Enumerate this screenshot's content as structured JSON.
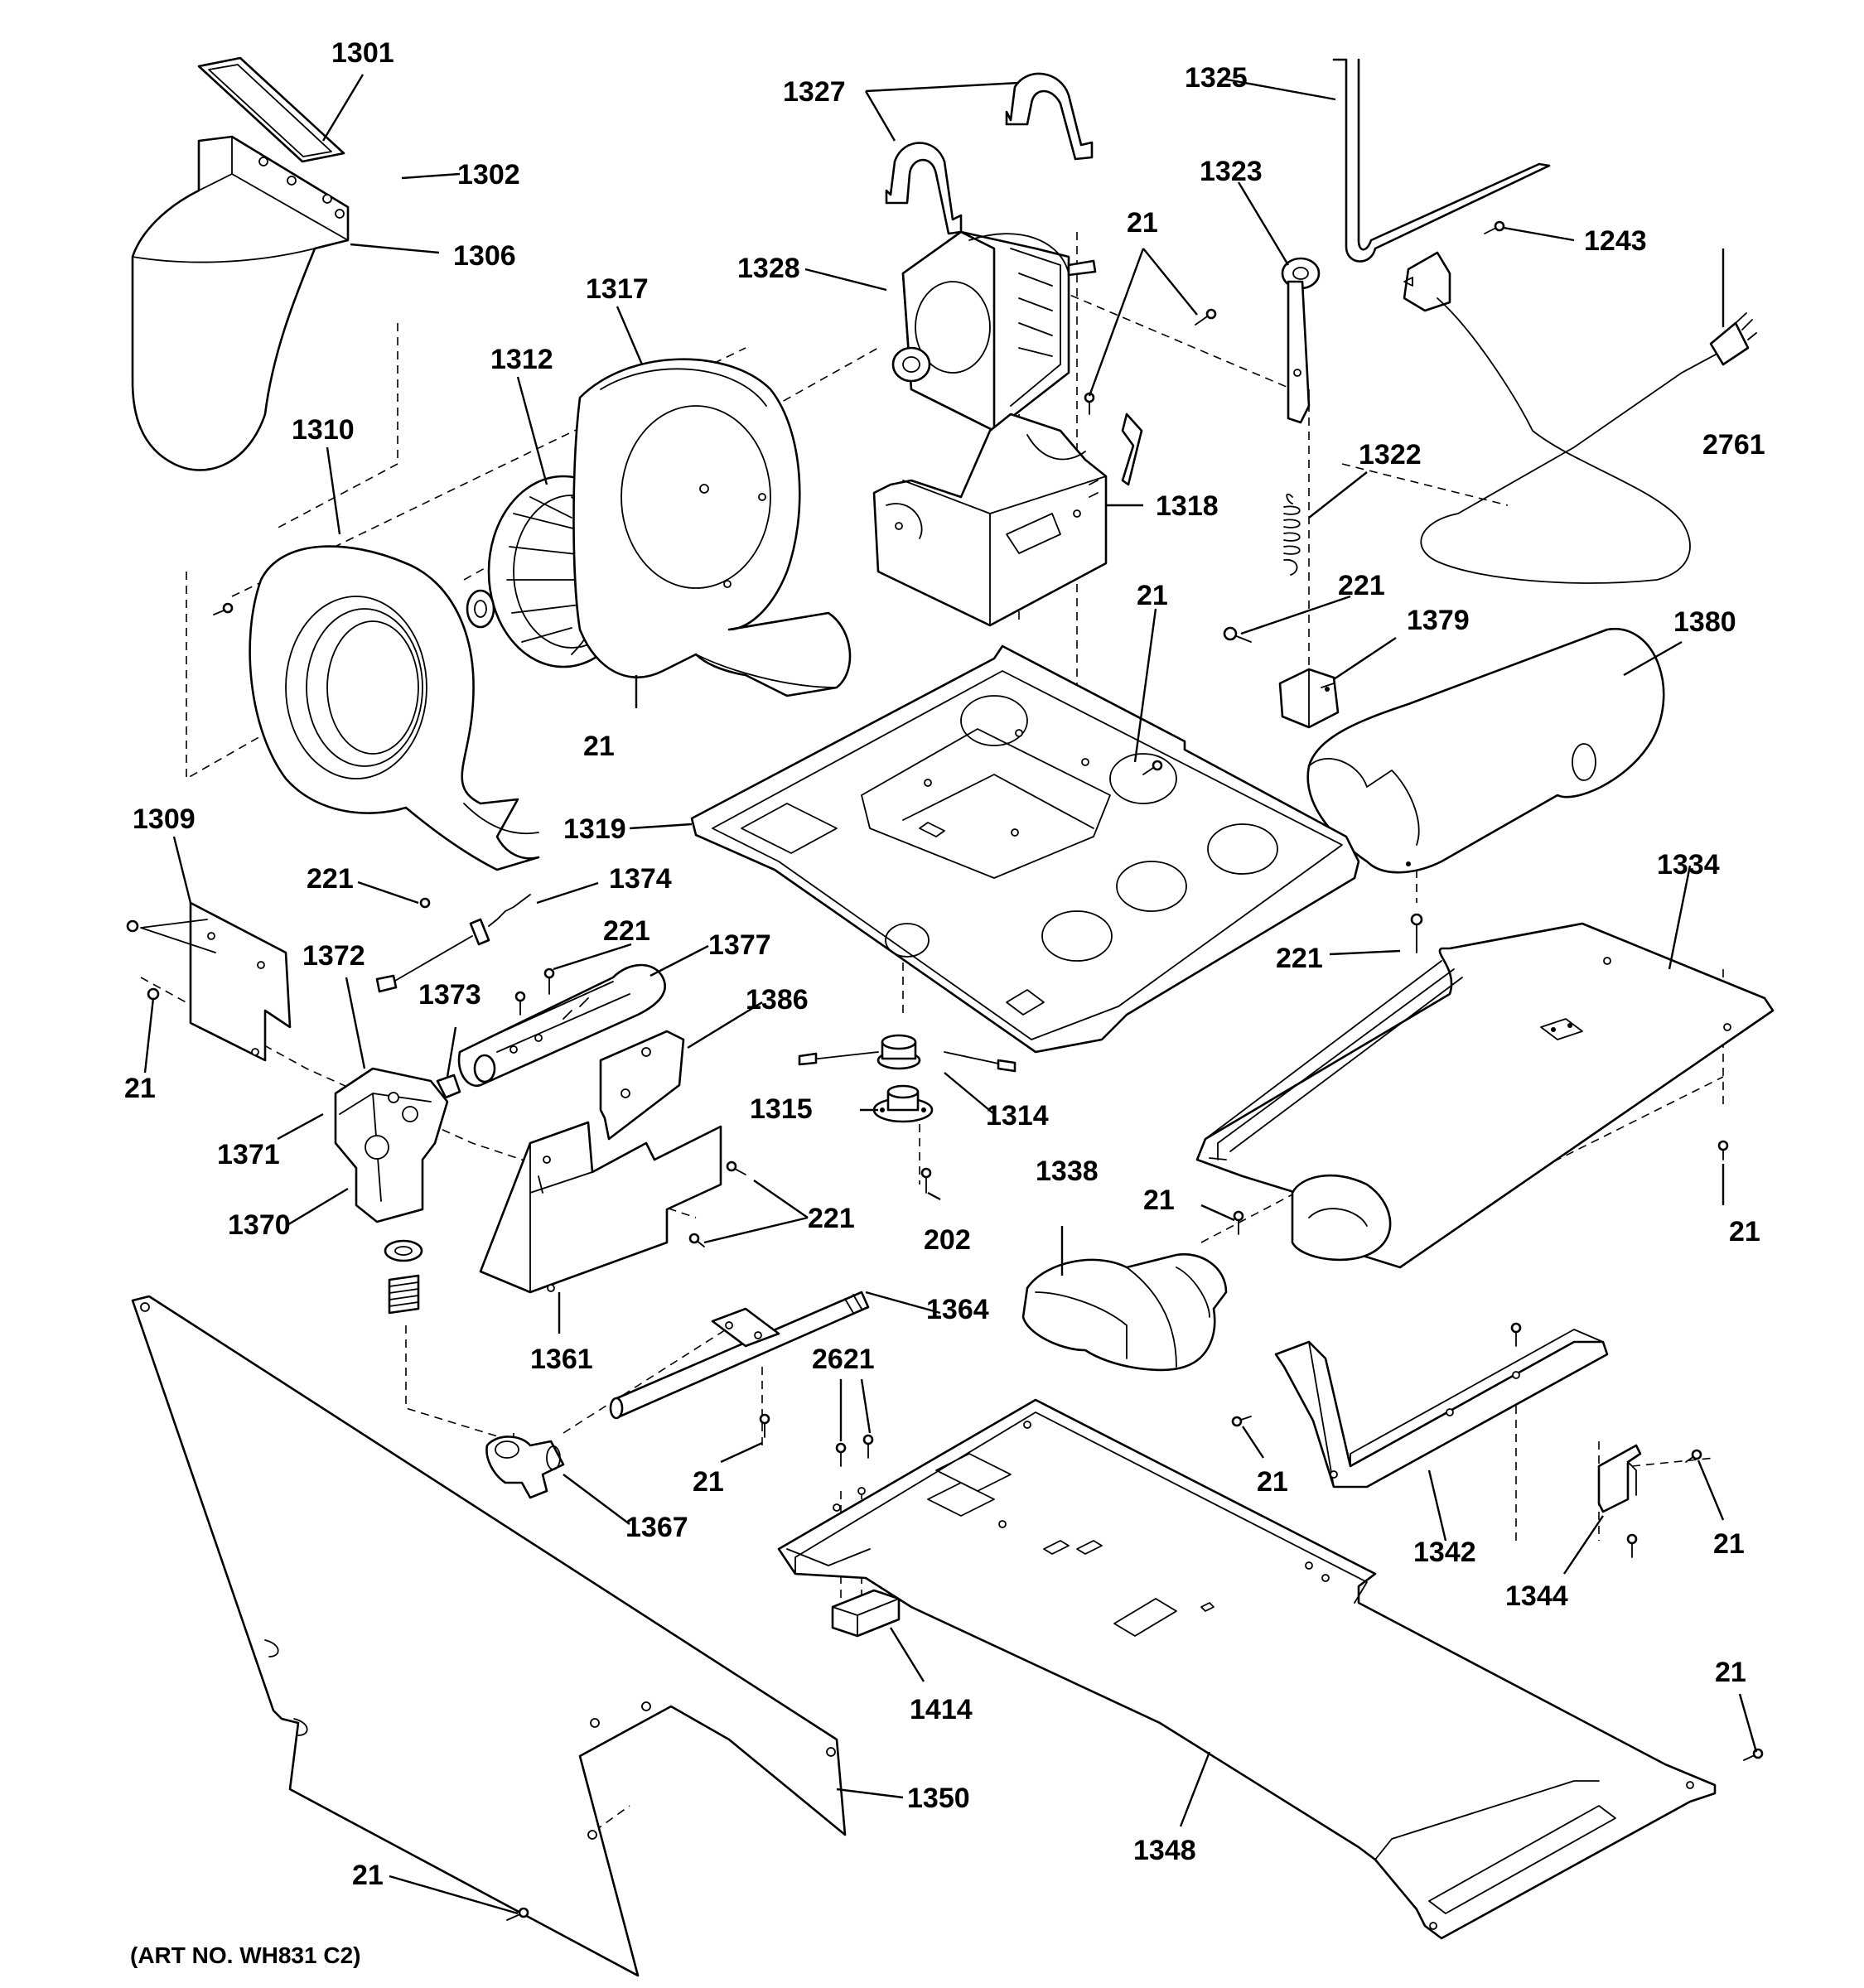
{
  "art_number": "(ART NO. WH831 C2)",
  "labels": {
    "l1301": "1301",
    "l1302": "1302",
    "l1306": "1306",
    "l1317": "1317",
    "l1312": "1312",
    "l1310": "1310",
    "l21_blower": "21",
    "l1327": "1327",
    "l1328": "1328",
    "l21_motor": "21",
    "l1318": "1318",
    "l1325": "1325",
    "l1323": "1323",
    "l1243": "1243",
    "l2761": "2761",
    "l1322": "1322",
    "l221_1379": "221",
    "l1379": "1379",
    "l1380": "1380",
    "l21_base": "21",
    "l1319": "1319",
    "l1309": "1309",
    "l221_1374": "221",
    "l1374": "1374",
    "l1372": "1372",
    "l221_1377": "221",
    "l1377": "1377",
    "l1373": "1373",
    "l1386": "1386",
    "l21_1309": "21",
    "l1371": "1371",
    "l1370": "1370",
    "l221_bracket": "221",
    "l1361": "1361",
    "l1315": "1315",
    "l1314": "1314",
    "l202": "202",
    "l221_1380": "221",
    "l1334": "1334",
    "l21_1334a": "21",
    "l21_1334b": "21",
    "l1338": "1338",
    "l1364": "1364",
    "l2621": "2621",
    "l21_1364": "21",
    "l1367": "1367",
    "l1342": "1342",
    "l21_1342": "21",
    "l1344": "1344",
    "l21_1344": "21",
    "l1414": "1414",
    "l1350": "1350",
    "l1348": "1348",
    "l21_1348": "21",
    "l21_1350": "21"
  }
}
